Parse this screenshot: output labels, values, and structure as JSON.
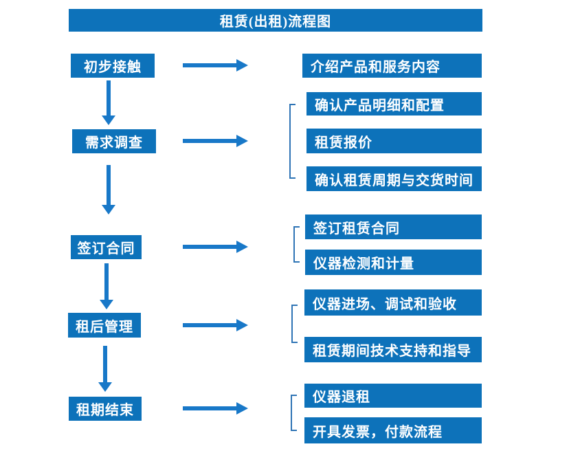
{
  "title": "租赁(出租)流程图",
  "colors": {
    "primary_blue": "#0d72ba",
    "arrow_blue": "#1878c8",
    "bracket_blue": "#2e74b5",
    "text_white": "#ffffff",
    "background": "#ffffff"
  },
  "flow": {
    "steps": [
      {
        "label": "初步接触",
        "details": [
          "介绍产品和服务内容"
        ]
      },
      {
        "label": "需求调查",
        "details": [
          "确认产品明细和配置",
          "租赁报价",
          "确认租赁周期与交货时间"
        ]
      },
      {
        "label": "签订合同",
        "details": [
          "签订租赁合同",
          "仪器检测和计量"
        ]
      },
      {
        "label": "租后管理",
        "details": [
          "仪器进场、调试和验收",
          "租赁期间技术支持和指导"
        ]
      },
      {
        "label": "租期结束",
        "details": [
          "仪器退租",
          "开具发票，付款流程"
        ]
      }
    ]
  }
}
